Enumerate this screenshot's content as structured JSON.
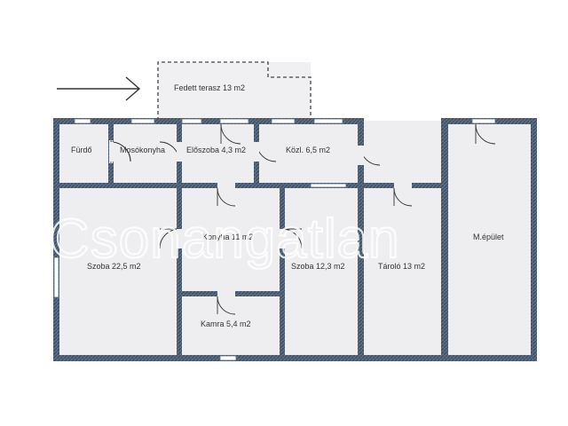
{
  "colors": {
    "wall": "#5d6f85",
    "wall_hatch": "#3f4f63",
    "floor": "#eeeef0",
    "terrace_floor": "#f0f0f2",
    "window_fill": "#ffffff",
    "arrow": "#333333"
  },
  "rooms": {
    "furdo": "Fürdő",
    "mosokonyha": "Mosókonyha",
    "eloszoba": "Előszoba  4,3 m2",
    "kozl": "Közl. 6,5 m2",
    "szoba_big": "Szoba  22,5 m2",
    "konyha": "Konyha  11 m2",
    "szoba_mid": "Szoba  12,3 m2",
    "tarolo": "Tároló  13 m2",
    "m_epulet": "M.épület",
    "kamra": "Kamra  5,4 m2",
    "terasz": "Fedett terasz  13 m2"
  },
  "watermark": "Csonangatlan",
  "icons": [
    "entrance-arrow-icon",
    "door-swing-icon",
    "window-icon"
  ]
}
